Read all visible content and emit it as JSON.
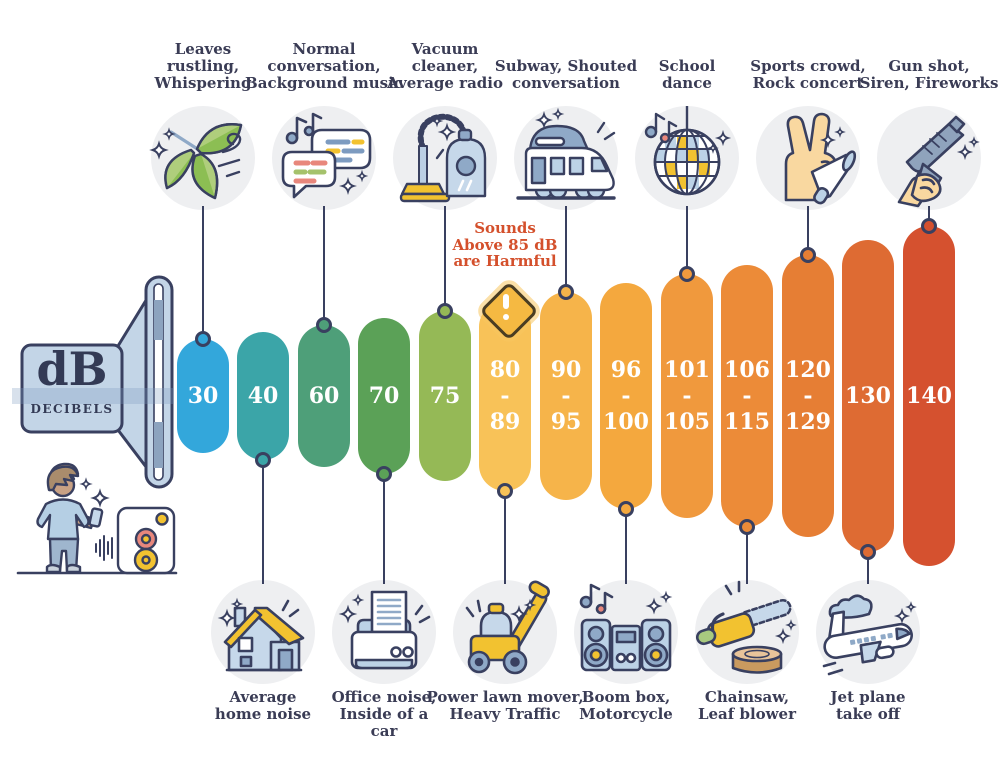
{
  "speaker": {
    "abbr": "dB",
    "word": "DECIBELS"
  },
  "warning": {
    "text": "Sounds\nAbove 85 dB\nare Harmful"
  },
  "colors": {
    "outline": "#394060",
    "label_text": "#3A3C55",
    "warning_text": "#D4502C",
    "icon_circle_bg": "#EEEFF1",
    "warning_diamond": "#F5B942",
    "bar_text": "#FFFFFF"
  },
  "bars": [
    {
      "display": "30",
      "color": "#33A7DB"
    },
    {
      "display": "40",
      "color": "#3BA5A8"
    },
    {
      "display": "60",
      "color": "#4E9F79"
    },
    {
      "display": "70",
      "color": "#5BA157"
    },
    {
      "display": "75",
      "color": "#95B956"
    },
    {
      "display": "80\n-\n89",
      "color": "#F8C258"
    },
    {
      "display": "90\n-\n95",
      "color": "#F6B44A"
    },
    {
      "display": "96\n-\n100",
      "color": "#F4A83E"
    },
    {
      "display": "101\n-\n105",
      "color": "#F0993D"
    },
    {
      "display": "106\n-\n115",
      "color": "#EC8B38"
    },
    {
      "display": "120\n-\n129",
      "color": "#E67E34"
    },
    {
      "display": "130",
      "color": "#DE6B33"
    },
    {
      "display": "140",
      "color": "#D5512F"
    }
  ],
  "top_items": [
    {
      "label": "Leaves\nrustling,\nWhispering",
      "icon": "leaves-icon",
      "connects_to": "30"
    },
    {
      "label": "Normal\nconversation,\nBackground music",
      "icon": "speech-bubbles-icon",
      "connects_to": "60"
    },
    {
      "label": "Vacuum\ncleaner,\nAverage radio",
      "icon": "vacuum-cleaner-icon",
      "connects_to": "75"
    },
    {
      "label": "Subway, Shouted\nconversation",
      "icon": "train-icon",
      "connects_to": "90-95"
    },
    {
      "label": "School\ndance",
      "icon": "disco-ball-icon",
      "connects_to": "101-105"
    },
    {
      "label": "Sports crowd,\nRock concert",
      "icon": "peace-hand-megaphone-icon",
      "connects_to": "120-129"
    },
    {
      "label": "Gun shot,\nSiren, Fireworks",
      "icon": "handgun-icon",
      "connects_to": "140"
    }
  ],
  "bottom_items": [
    {
      "label": "Average\nhome noise",
      "icon": "house-icon",
      "connects_to": "40"
    },
    {
      "label": "Office noise,\nInside of a\ncar",
      "icon": "printer-icon",
      "connects_to": "70"
    },
    {
      "label": "Power lawn mover,\nHeavy Traffic",
      "icon": "lawn-mower-icon",
      "connects_to": "80-89"
    },
    {
      "label": "Boom box,\nMotorcycle",
      "icon": "boombox-icon",
      "connects_to": "96-100"
    },
    {
      "label": "Chainsaw,\nLeaf blower",
      "icon": "chainsaw-icon",
      "connects_to": "106-115"
    },
    {
      "label": "Jet plane\ntake off",
      "icon": "jet-plane-icon",
      "connects_to": "130"
    }
  ]
}
